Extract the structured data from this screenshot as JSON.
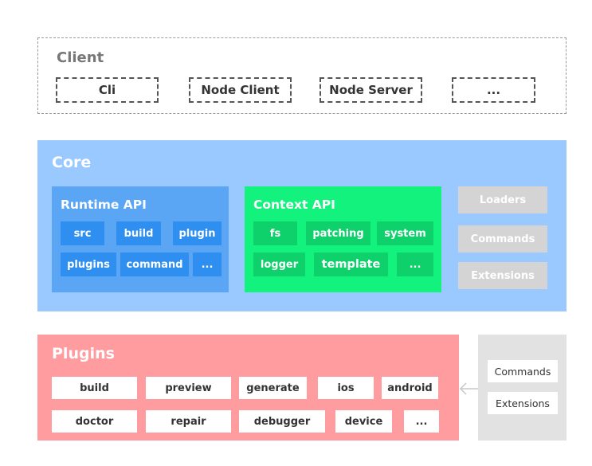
{
  "client": {
    "title": "Client",
    "items": [
      "Cli",
      "Node Client",
      "Node Server",
      "..."
    ]
  },
  "core": {
    "title": "Core",
    "runtime_api": {
      "title": "Runtime API",
      "items": [
        "src",
        "build",
        "plugin",
        "plugins",
        "command",
        "..."
      ]
    },
    "context_api": {
      "title": "Context API",
      "items": [
        "fs",
        "patching",
        "system",
        "logger",
        "template",
        "..."
      ]
    },
    "side_items": [
      "Loaders",
      "Commands",
      "Extensions"
    ]
  },
  "plugins": {
    "title": "Plugins",
    "row1": [
      "build",
      "preview",
      "generate",
      "ios",
      "android"
    ],
    "row2": [
      "doctor",
      "repair",
      "debugger",
      "device",
      "..."
    ]
  },
  "extra": {
    "items": [
      "Commands",
      "Extensions"
    ]
  },
  "colors": {
    "core_bg": "#99c9ff",
    "runtime_bg": "#5aa6f5",
    "runtime_chip": "#2e8ff0",
    "context_bg": "#14f27e",
    "context_chip": "#0fd16c",
    "side_chip": "#d4d4d4",
    "plugins_bg": "#ff9c9f",
    "extra_bg": "#e2e2e2"
  }
}
